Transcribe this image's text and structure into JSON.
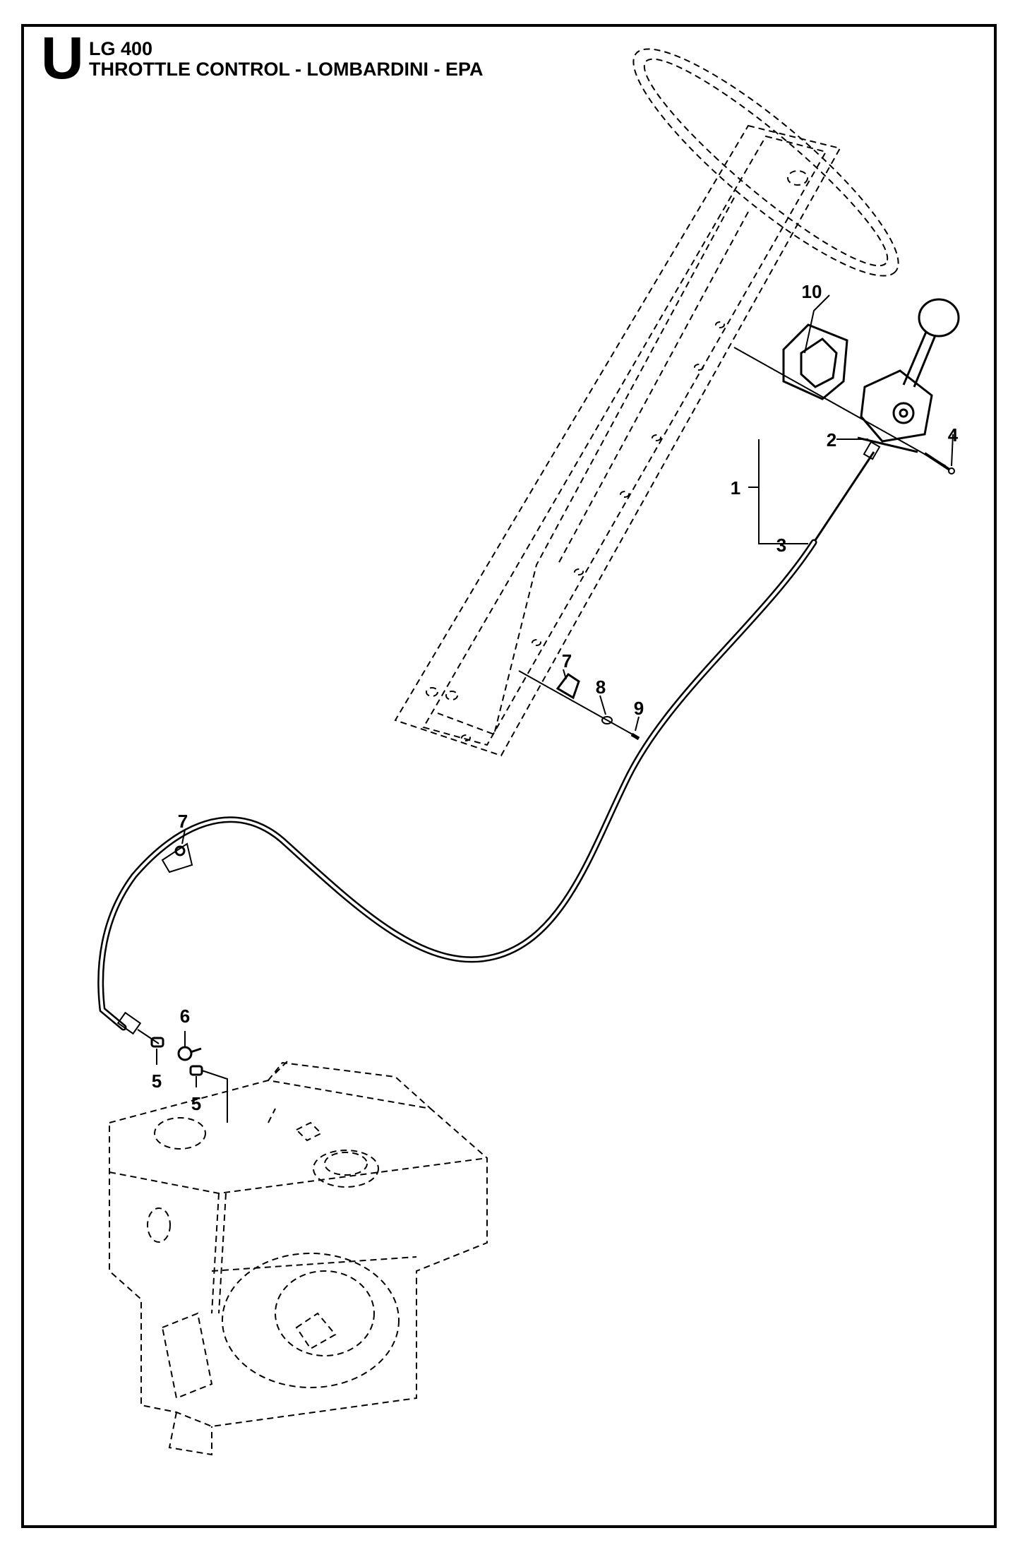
{
  "header": {
    "section_letter": "U",
    "model": "LG 400",
    "title": "THROTTLE CONTROL - LOMBARDINI - EPA"
  },
  "callouts": {
    "c1": "1",
    "c2": "2",
    "c3": "3",
    "c4": "4",
    "c5a": "5",
    "c5b": "5",
    "c6": "6",
    "c7a": "7",
    "c7b": "7",
    "c8": "8",
    "c9": "9",
    "c10": "10"
  }
}
